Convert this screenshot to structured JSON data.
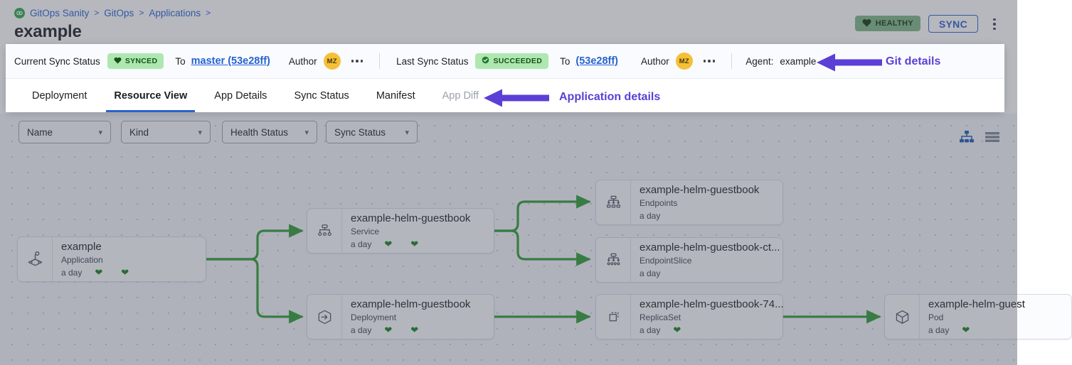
{
  "breadcrumb": {
    "logo_icon": "gitops-logo-icon",
    "items": [
      "GitOps Sanity",
      "GitOps",
      "Applications"
    ],
    "separator": ">",
    "trailing_separator": ">"
  },
  "header": {
    "title": "example",
    "health_badge": {
      "label": "HEALTHY",
      "icon": "heart-icon",
      "bg": "#7fb685",
      "fg": "#16350f"
    },
    "sync_button": {
      "label": "SYNC",
      "color": "#2862d1"
    },
    "kebab_icon": "more-vertical-icon"
  },
  "sync_row": {
    "current": {
      "label": "Current Sync Status",
      "status": "SYNCED",
      "status_icon": "heart-icon",
      "to_label": "To",
      "revision": "master (53e28ff)",
      "author_label": "Author",
      "author_initials": "MZ",
      "more_icon": "more-horizontal-icon"
    },
    "last": {
      "label": "Last Sync Status",
      "status": "SUCCEEDED",
      "status_icon": "check-circle-icon",
      "to_label": "To",
      "revision": "(53e28ff)",
      "author_label": "Author",
      "author_initials": "MZ",
      "more_icon": "more-horizontal-icon"
    },
    "agent": {
      "label": "Agent:",
      "value": "example"
    }
  },
  "tabs": [
    {
      "label": "Deployment",
      "active": false,
      "muted": false
    },
    {
      "label": "Resource View",
      "active": true,
      "muted": false
    },
    {
      "label": "App Details",
      "active": false,
      "muted": false
    },
    {
      "label": "Sync Status",
      "active": false,
      "muted": false
    },
    {
      "label": "Manifest",
      "active": false,
      "muted": false
    },
    {
      "label": "App Diff",
      "active": false,
      "muted": true
    }
  ],
  "annotations": [
    {
      "text": "Git details",
      "color": "#5b3fd6",
      "arrow": "left-arrow"
    },
    {
      "text": "Application details",
      "color": "#5b3fd6",
      "arrow": "left-arrow"
    }
  ],
  "filters": [
    {
      "label": "Name",
      "chevron": "chevron-down-icon"
    },
    {
      "label": "Kind",
      "chevron": "chevron-down-icon"
    },
    {
      "label": "Health Status",
      "chevron": "chevron-down-icon"
    },
    {
      "label": "Sync Status",
      "chevron": "chevron-down-icon"
    }
  ],
  "view_toggles": [
    {
      "name": "tree-view-icon",
      "active": true,
      "color": "#1f5bb5"
    },
    {
      "name": "list-view-icon",
      "active": false,
      "color": "#7d8594"
    }
  ],
  "graph": {
    "edge_color": "#2e9c35",
    "nodes": [
      {
        "title": "example",
        "kind": "Application",
        "age": "a day",
        "icon": "application-icon",
        "hearts": 2
      },
      {
        "title": "example-helm-guestbook",
        "kind": "Service",
        "age": "a day",
        "icon": "service-icon",
        "hearts": 2
      },
      {
        "title": "example-helm-guestbook",
        "kind": "Deployment",
        "age": "a day",
        "icon": "deployment-icon",
        "hearts": 2
      },
      {
        "title": "example-helm-guestbook",
        "kind": "Endpoints",
        "age": "a day",
        "icon": "endpoints-icon",
        "hearts": 0
      },
      {
        "title": "example-helm-guestbook-ct...",
        "kind": "EndpointSlice",
        "age": "a day",
        "icon": "endpointslice-icon",
        "hearts": 0
      },
      {
        "title": "example-helm-guestbook-74...",
        "kind": "ReplicaSet",
        "age": "a day",
        "icon": "replicaset-icon",
        "hearts": 1
      },
      {
        "title": "example-helm-guest",
        "kind": "Pod",
        "age": "a day",
        "icon": "pod-icon",
        "hearts": 1
      }
    ]
  }
}
